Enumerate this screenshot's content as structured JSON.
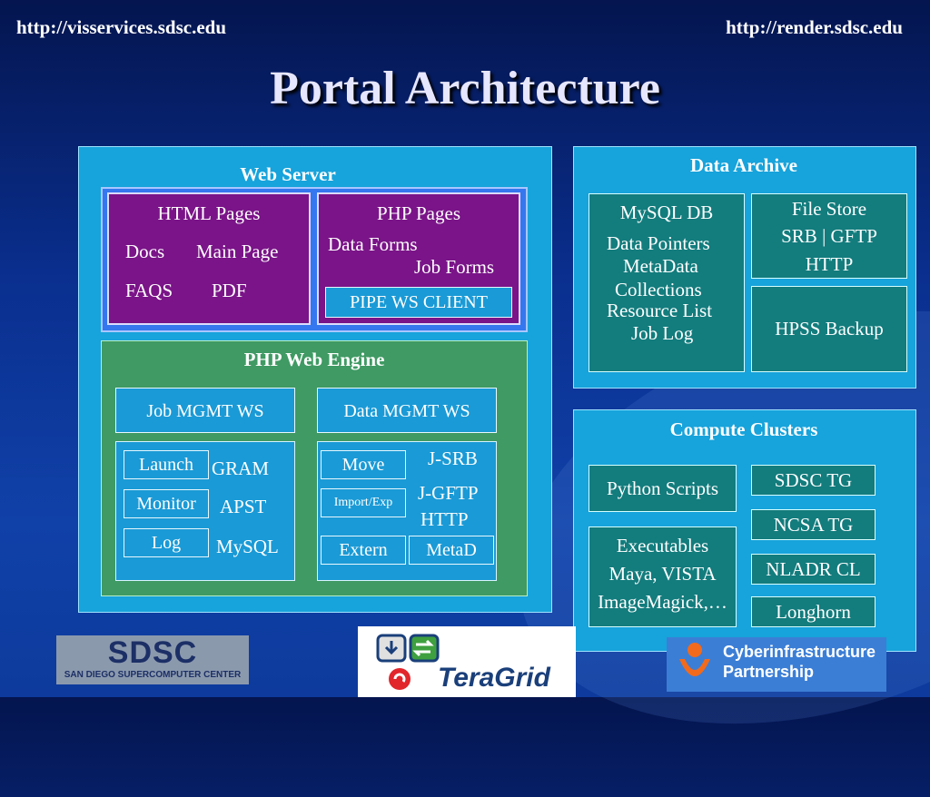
{
  "header": {
    "url_left": "http://visservices.sdsc.edu",
    "url_right": "http://render.sdsc.edu",
    "title": "Portal Architecture"
  },
  "web_server": {
    "title": "Web Server",
    "html_pages": {
      "title": "HTML Pages",
      "items": [
        "Docs",
        "Main Page",
        "FAQS",
        "PDF"
      ]
    },
    "php_pages": {
      "title": "PHP Pages",
      "data_forms": "Data Forms",
      "job_forms": "Job Forms",
      "client": "PIPE WS CLIENT"
    }
  },
  "php_web_engine": {
    "title": "PHP Web Engine",
    "job_mgmt": "Job MGMT WS",
    "data_mgmt": "Data MGMT WS",
    "job_buttons": [
      "Launch",
      "Monitor",
      "Log"
    ],
    "job_labels": [
      "GRAM",
      "APST",
      "MySQL"
    ],
    "data_buttons": [
      "Move",
      "Import/Exp",
      "Extern",
      "MetaD"
    ],
    "data_labels": [
      "J-SRB",
      "J-GFTP",
      "HTTP"
    ]
  },
  "data_archive": {
    "title": "Data Archive",
    "mysql": {
      "title": "MySQL DB",
      "lines": [
        "Data Pointers",
        "MetaData",
        "Collections",
        "Resource List",
        "Job Log"
      ]
    },
    "file_store": [
      "File Store",
      "SRB | GFTP",
      "HTTP"
    ],
    "hpss": "HPSS Backup"
  },
  "compute_clusters": {
    "title": "Compute Clusters",
    "python": "Python Scripts",
    "executables": [
      "Executables",
      "Maya, VISTA",
      "ImageMagick,…"
    ],
    "clusters": [
      "SDSC TG",
      "NCSA TG",
      "NLADR CL",
      "Longhorn"
    ]
  },
  "logos": {
    "sdsc": "SDSC",
    "sdsc_sub": "SAN DIEGO SUPERCOMPUTER CENTER",
    "teragrid": "TeraGrid",
    "cyber_1": "Cyberinfrastructure",
    "cyber_2": "Partnership"
  },
  "colors": {
    "background": "#0a2f8f",
    "panel": "#17a3db",
    "purple": "#7a1488",
    "green": "#3f9a63",
    "teal": "#137c7d"
  }
}
